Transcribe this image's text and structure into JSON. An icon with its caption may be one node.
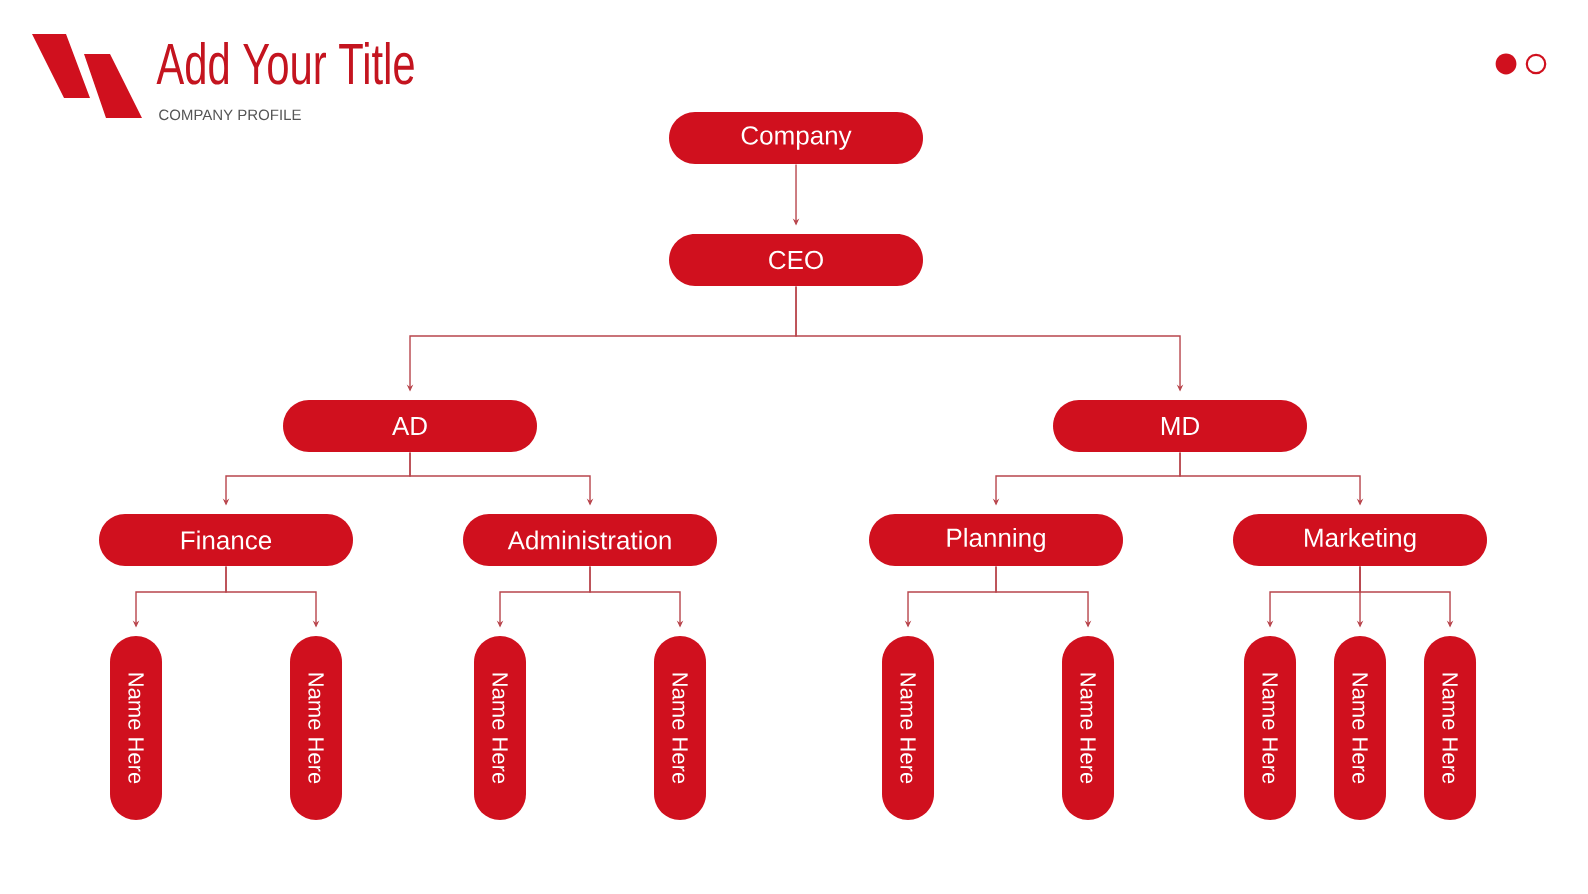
{
  "diagram": {
    "title": "Add Your Title",
    "nodes": [
      {
        "text": [
          "Company"
        ]
      },
      {
        "text": [
          "CEO"
        ]
      },
      {
        "text": [
          "AD"
        ]
      },
      {
        "text": [
          "MD"
        ]
      },
      {
        "text": [
          "Finance"
        ]
      },
      {
        "text": [
          "Administration"
        ]
      },
      {
        "text": [
          "Planning"
        ]
      },
      {
        "text": [
          "Marketing"
        ]
      },
      {
        "text": [
          "Name Here"
        ]
      },
      {
        "text": [
          "Name Here"
        ]
      },
      {
        "text": [
          "Name Here"
        ]
      },
      {
        "text": [
          "Name Here"
        ]
      },
      {
        "text": [
          "Name Here"
        ]
      },
      {
        "text": [
          "Name Here"
        ]
      },
      {
        "text": [
          "Name Here"
        ]
      },
      {
        "text": [
          "Name Here"
        ]
      },
      {
        "text": [
          "Name Here"
        ]
      }
    ],
    "edges": [
      {
        "from": 0,
        "to": 1,
        "arrow": "to"
      },
      {
        "from": 1,
        "to": 2,
        "arrow": "to"
      },
      {
        "from": 1,
        "to": 3,
        "arrow": "to"
      },
      {
        "from": 2,
        "to": 4,
        "arrow": "to"
      },
      {
        "from": 2,
        "to": 5,
        "arrow": "to"
      },
      {
        "from": 3,
        "to": 6,
        "arrow": "to"
      },
      {
        "from": 3,
        "to": 7,
        "arrow": "to"
      },
      {
        "from": 4,
        "to": 8,
        "arrow": "to"
      },
      {
        "from": 4,
        "to": 9,
        "arrow": "to"
      },
      {
        "from": 5,
        "to": 10,
        "arrow": "to"
      },
      {
        "from": 5,
        "to": 11,
        "arrow": "to"
      },
      {
        "from": 6,
        "to": 12,
        "arrow": "to"
      },
      {
        "from": 6,
        "to": 13,
        "arrow": "to"
      },
      {
        "from": 7,
        "to": 14,
        "arrow": "to"
      },
      {
        "from": 7,
        "to": 15,
        "arrow": "to"
      },
      {
        "from": 7,
        "to": 16,
        "arrow": "to"
      }
    ],
    "labels": [
      "COMPANY PROFILE"
    ]
  }
}
